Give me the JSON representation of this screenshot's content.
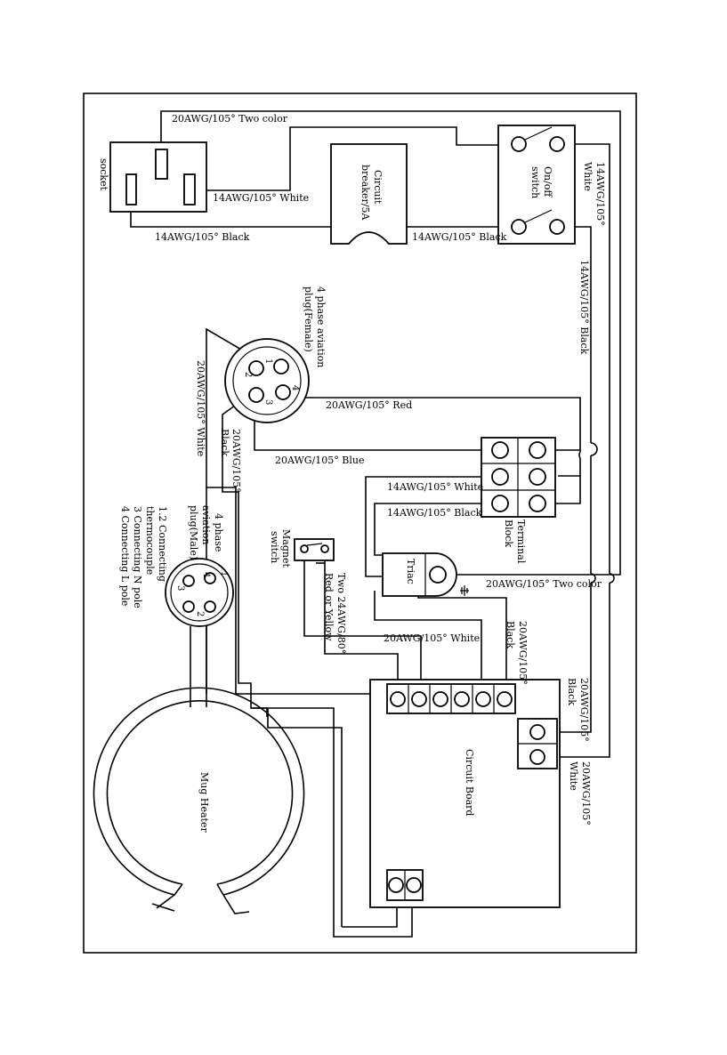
{
  "labels": {
    "socket": "socket",
    "breaker_l1": "Circuit",
    "breaker_l2": "breaker/5A",
    "switch_l1": "On/off",
    "switch_l2": "switch",
    "plug_female_l1": "4 phase aviation",
    "plug_female_l2": "plug(Female)",
    "plug_male_l1": "4 phase",
    "plug_male_l2": "aviation",
    "plug_male_l3": "plug(Male)",
    "magnet_l1": "Magnet",
    "magnet_l2": "switch",
    "terminal_l1": "Terminal",
    "terminal_l2": "Block",
    "triac": "Triac",
    "circuit_board": "Circuit Board",
    "mug_heater": "Mug Heater"
  },
  "wires": {
    "two_color_top": "20AWG/105° Two color",
    "white_socket": "14AWG/105° White",
    "black_socket": "14AWG/105° Black",
    "black_breaker": "14AWG/105° Black",
    "white_switch_l1": "14AWG/105°",
    "white_switch_l2": "White",
    "black_right": "14AWG/105° Black",
    "red": "20AWG/105° Red",
    "white_left": "20AWG/105° White",
    "black_plug_l1": "20AWG/105°",
    "black_plug_l2": "Black",
    "blue": "20AWG/105° Blue",
    "white_tb": "14AWG/105° White",
    "black_tb": "14AWG/105° Black",
    "magnet_wire_l1": "Two 24AWG/80°",
    "magnet_wire_l2": "Red or Yellow",
    "two_color_triac": "20AWG/105° Two color",
    "white_triac": "20AWG/105° White",
    "black_triac_l1": "20AWG/105°",
    "black_triac_l2": "Black",
    "black_cb_l1": "20AWG/105°",
    "black_cb_l2": "Black",
    "white_cb_l1": "20AWG/105°",
    "white_cb_l2": "White"
  },
  "pins": {
    "p1": "1",
    "p2": "2",
    "p3": "3",
    "p4": "4"
  },
  "notes": {
    "n1": "1.2 Connecting",
    "n2": "thermocouple",
    "n3": "3 Connecting N pole",
    "n4": "4 Connecting L pole"
  }
}
